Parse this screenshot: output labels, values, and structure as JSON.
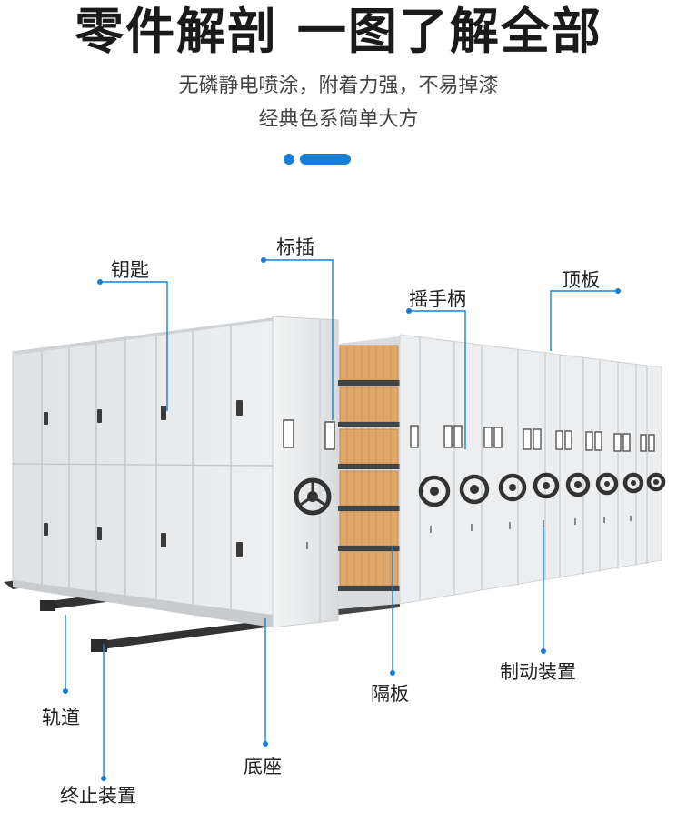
{
  "header": {
    "title": "零件解剖 一图了解全部",
    "subtitle_line1": "无磷静电喷涂，附着力强，不易掉漆",
    "subtitle_line2": "经典色系简单大方"
  },
  "callouts": {
    "key": "钥匙",
    "label_slot": "标插",
    "handle": "摇手柄",
    "top_panel": "顶板",
    "brake": "制动装置",
    "shelf": "隔板",
    "rail": "轨道",
    "base": "底座",
    "stopper": "终止装置"
  },
  "colors": {
    "accent": "#1a7fd4",
    "title": "#1a1a1a",
    "cabinet": "#e9ebec",
    "files": "#e0a869"
  }
}
